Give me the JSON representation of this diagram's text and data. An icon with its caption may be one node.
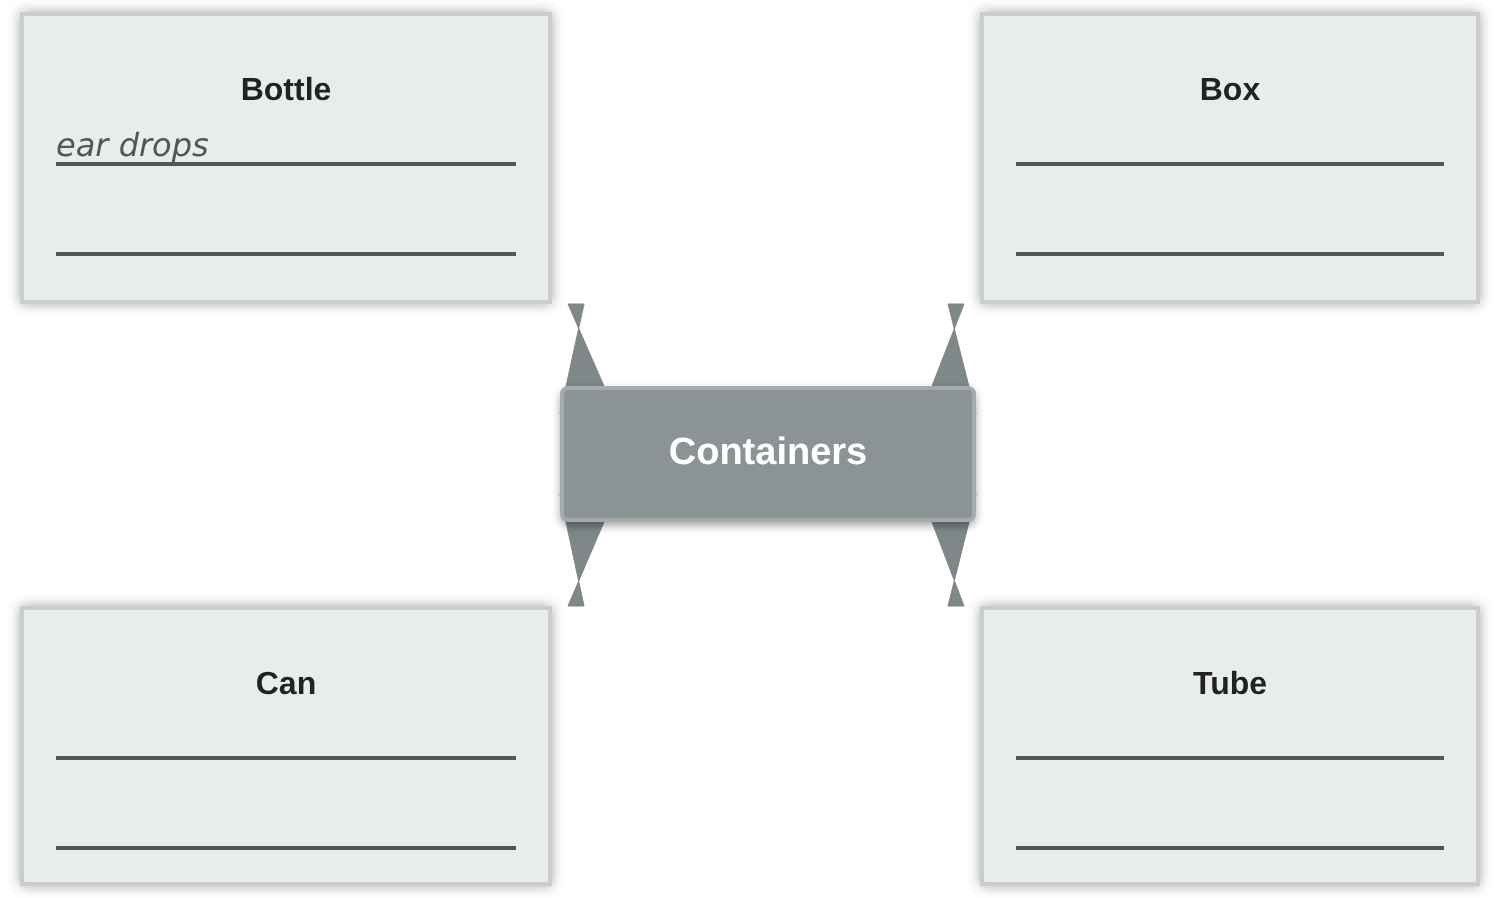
{
  "diagram": {
    "nodes": [
      {
        "text": [
          "Bottle",
          "ear drops"
        ]
      },
      {
        "text": [
          "Box"
        ]
      },
      {
        "text": [
          "Containers"
        ]
      },
      {
        "text": [
          "Can"
        ]
      },
      {
        "text": [
          "Tube"
        ]
      }
    ],
    "edges": [
      {
        "from": 2,
        "to": 0,
        "arrow": "none"
      },
      {
        "from": 2,
        "to": 1,
        "arrow": "none"
      },
      {
        "from": 2,
        "to": 3,
        "arrow": "none"
      },
      {
        "from": 2,
        "to": 4,
        "arrow": "none"
      }
    ]
  }
}
